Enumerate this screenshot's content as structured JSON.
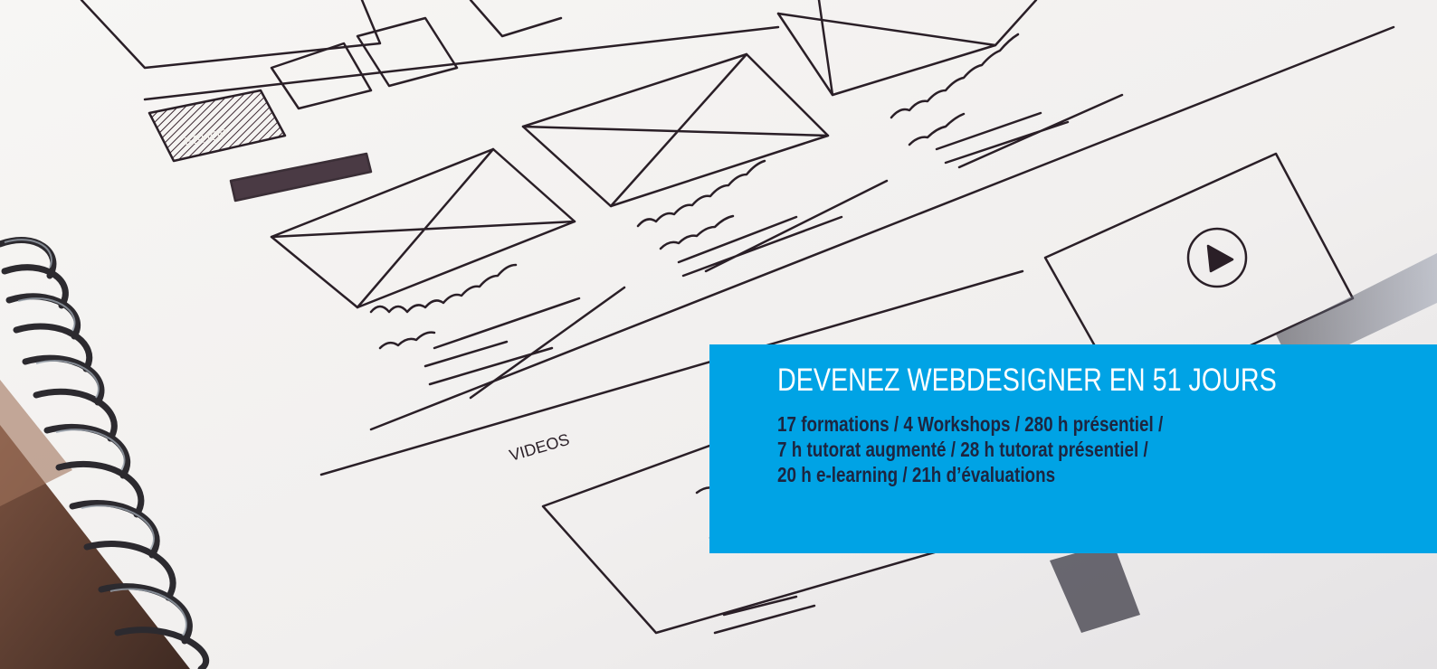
{
  "hero": {
    "banner": {
      "title": "DEVENEZ WEBDESIGNER EN 51 JOURS",
      "lines": [
        "17 formations /  4 Workshops / 280 h présentiel /",
        "7 h tutorat augmenté / 28 h tutorat présentiel /",
        "20 h e-learning / 21h d’évaluations"
      ],
      "background_color": "#00a3e5",
      "title_color": "#ffffff",
      "text_color": "#1d2540"
    },
    "sketch": {
      "note": "VIDEOS",
      "cta": "ESHOP"
    }
  }
}
